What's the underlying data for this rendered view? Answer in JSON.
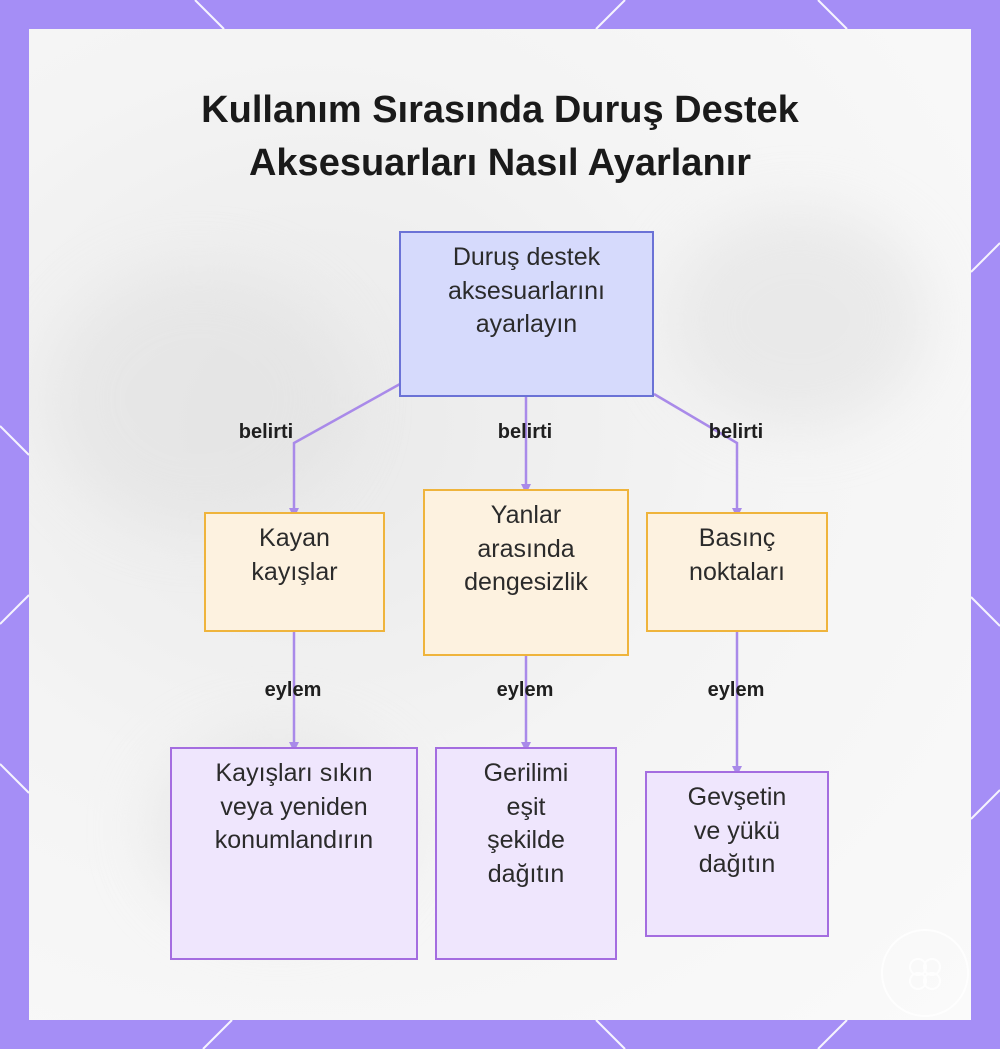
{
  "title": {
    "line1": "Kullanım Sırasında Duruş Destek",
    "line2": "Aksesuarları Nasıl Ayarlanır"
  },
  "root": {
    "line1": "Duruş destek",
    "line2": "aksesuarlarını",
    "line3": "ayarlayın"
  },
  "branches": [
    {
      "edge_label_top": "belirti",
      "symptom": [
        "Kayan",
        "kayışlar"
      ],
      "edge_label_bottom": "eylem",
      "action": [
        "Kayışları sıkın",
        "veya yeniden",
        "konumlandırın"
      ]
    },
    {
      "edge_label_top": "belirti",
      "symptom": [
        "Yanlar",
        "arasında",
        "dengesizlik"
      ],
      "edge_label_bottom": "eylem",
      "action": [
        "Gerilimi",
        "eşit",
        "şekilde",
        "dağıtın"
      ]
    },
    {
      "edge_label_top": "belirti",
      "symptom": [
        "Basınç",
        "noktaları"
      ],
      "edge_label_bottom": "eylem",
      "action": [
        "Gevşetin",
        "ve yükü",
        "dağıtın"
      ]
    }
  ],
  "colors": {
    "frame": "#a58ef6",
    "root_fill": "#d6dafc",
    "root_border": "#6b72d6",
    "symptom_fill": "#fdf2e0",
    "symptom_border": "#efb43c",
    "action_fill": "#efe6fd",
    "action_border": "#a46de0",
    "connector": "#a98ae9"
  }
}
